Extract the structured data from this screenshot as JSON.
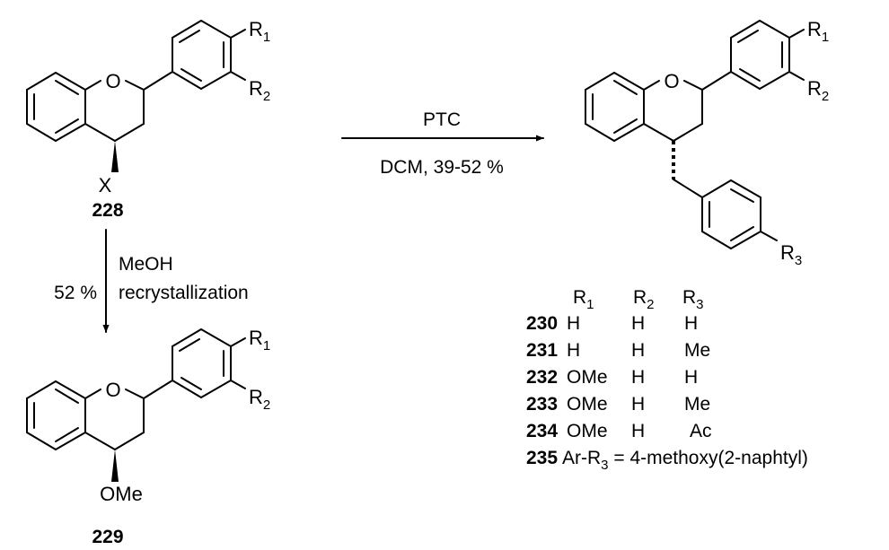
{
  "atoms": {
    "oxygen": "O",
    "r1": "R",
    "r2": "R",
    "r3": "R",
    "r1_sub": "1",
    "r2_sub": "2",
    "r3_sub": "3",
    "x": "X",
    "ome": "OMe"
  },
  "compounds": {
    "c228": "228",
    "c229": "229"
  },
  "arrows": {
    "right_above": "PTC",
    "right_below": "DCM, 39-52 %",
    "down_left": "52 %",
    "down_right_1": "MeOH",
    "down_right_2": "recrystallization"
  },
  "table": {
    "headers": [
      {
        "base": "R",
        "sub": "1"
      },
      {
        "base": "R",
        "sub": "2"
      },
      {
        "base": "R",
        "sub": "3"
      }
    ],
    "rows": [
      {
        "id": "230",
        "r1": "H",
        "r2": "H",
        "r3": "H"
      },
      {
        "id": "231",
        "r1": "H",
        "r2": "H",
        "r3": "Me"
      },
      {
        "id": "232",
        "r1": "OMe",
        "r2": "H",
        "r3": "H"
      },
      {
        "id": "233",
        "r1": "OMe",
        "r2": "H",
        "r3": "Me"
      },
      {
        "id": "234",
        "r1": "OMe",
        "r2": "H",
        "r3": "Ac"
      }
    ],
    "last": {
      "id": "235",
      "pre": "Ar-R",
      "sub": "3",
      "post": " = 4-methoxy(2-naphtyl)"
    }
  }
}
